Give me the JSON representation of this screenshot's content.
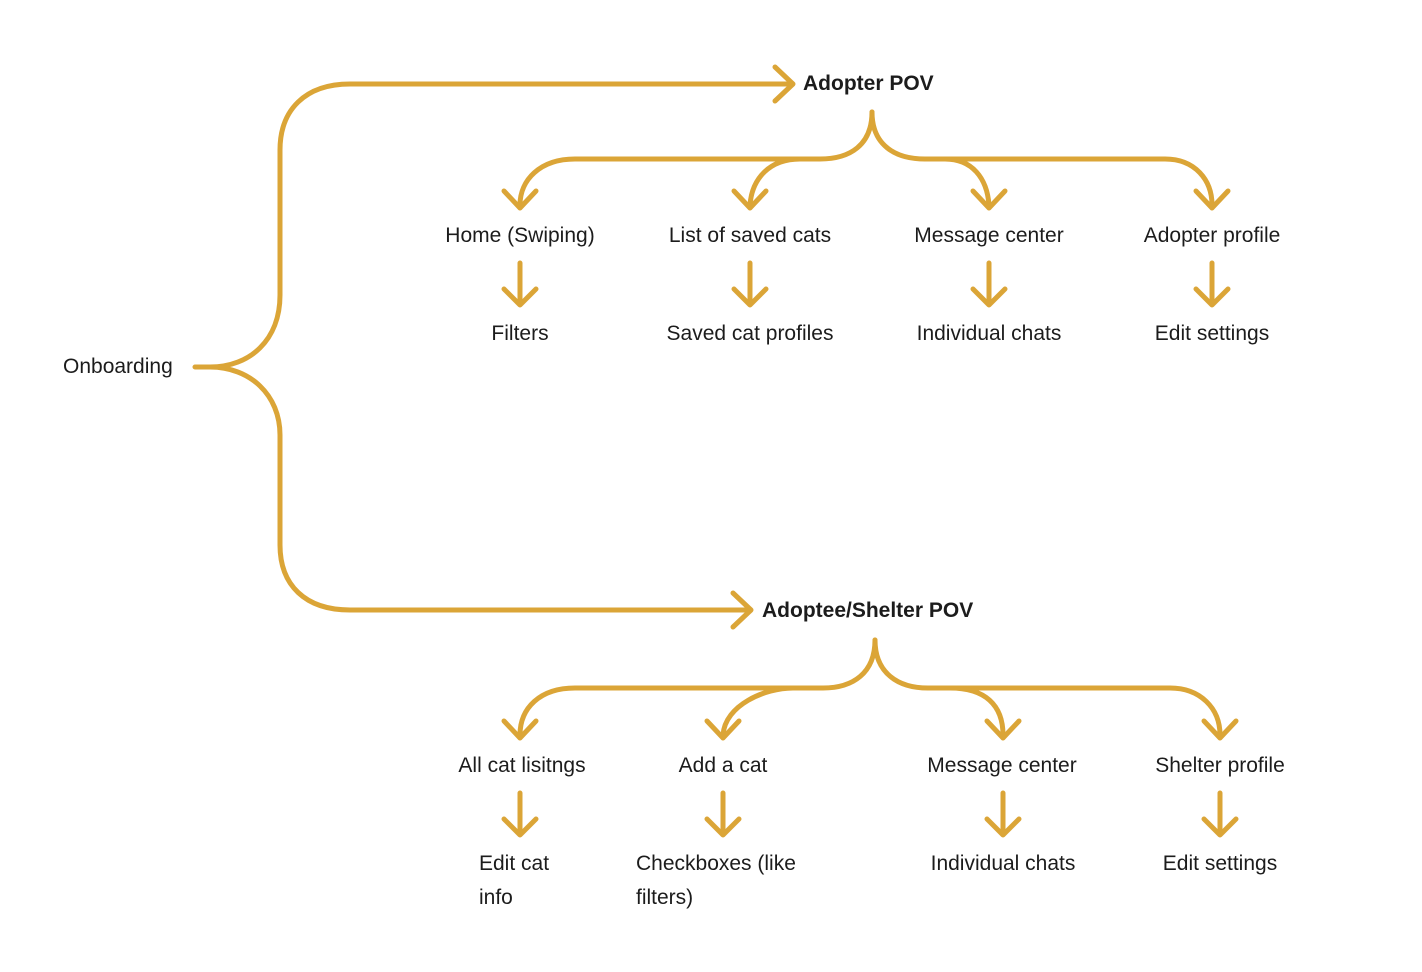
{
  "colors": {
    "connector": "#DBA537",
    "text": "#1C1C1C",
    "background": "#FFFFFF"
  },
  "root": {
    "label": "Onboarding"
  },
  "adopter": {
    "title": "Adopter POV",
    "sections": [
      {
        "label": "Home (Swiping)",
        "child": "Filters"
      },
      {
        "label": "List of saved cats",
        "child": "Saved cat profiles"
      },
      {
        "label": "Message center",
        "child": "Individual chats"
      },
      {
        "label": "Adopter profile",
        "child": "Edit settings"
      }
    ]
  },
  "shelter": {
    "title": "Adoptee/Shelter POV",
    "sections": [
      {
        "label": "All cat lisitngs",
        "child_lines": [
          "Edit cat",
          "info"
        ]
      },
      {
        "label": "Add a cat",
        "child_lines": [
          "Checkboxes (like",
          "filters)"
        ]
      },
      {
        "label": "Message center",
        "child": "Individual chats"
      },
      {
        "label": "Shelter profile",
        "child": "Edit settings"
      }
    ]
  }
}
